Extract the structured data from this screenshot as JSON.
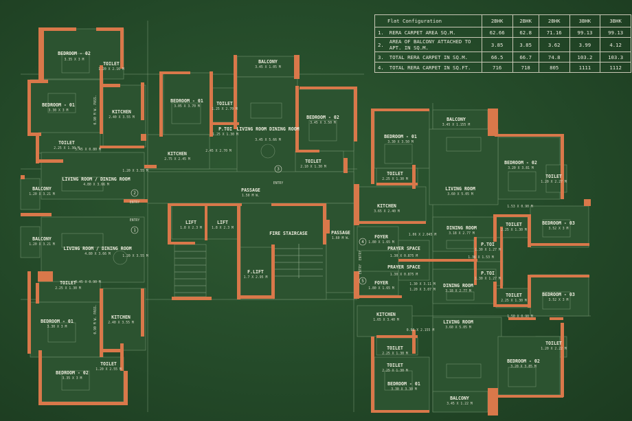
{
  "table": {
    "headers": [
      "Flat Configuration",
      "2BHK",
      "2BHK",
      "2BHK",
      "3BHK",
      "3BHK"
    ],
    "rows": [
      {
        "num": "1.",
        "label": "RERA CARPET AREA SQ.M.",
        "values": [
          "62.66",
          "62.8",
          "71.16",
          "99.13",
          "99.13"
        ]
      },
      {
        "num": "2.",
        "label": "AREA OF BALCONY ATTACHED TO APT. IN SQ.M.",
        "values": [
          "3.85",
          "3.85",
          "3.62",
          "3.99",
          "4.12"
        ]
      },
      {
        "num": "3.",
        "label": "TOTAL RERA CARPET IN SQ.M.",
        "values": [
          "66.5",
          "66.7",
          "74.8",
          "103.2",
          "103.3"
        ]
      },
      {
        "num": "4.",
        "label": "TOTAL RERA CARPET IN SQ.FT.",
        "values": [
          "716",
          "718",
          "805",
          "1111",
          "1112"
        ]
      }
    ]
  },
  "rooms": [
    {
      "name": "BEDROOM - 02",
      "dim": "3.35 X 3 M"
    },
    {
      "name": "TOILET",
      "dim": "1.20 X 2.16 M"
    },
    {
      "name": "BEDROOM - 01",
      "dim": "3.30 X 3 M"
    },
    {
      "name": "KITCHEN",
      "dim": "2.40 X 3.55 M"
    },
    {
      "name": "TOILET",
      "dim": "2.25 X 1.30 M"
    },
    {
      "name": "LIVING ROOM / DINING ROOM",
      "dim": "4.80 X 3.66 M"
    },
    {
      "name": "BALCONY",
      "dim": "1.20 X 3.21 M"
    },
    {
      "name": "BALCONY",
      "dim": "1.20 X 3.21 M"
    },
    {
      "name": "LIVING ROOM / DINING ROOM",
      "dim": "4.80 X 3.66 M"
    },
    {
      "name": "TOILET",
      "dim": "2.25 X 1.30 M"
    },
    {
      "name": "BEDROOM - 01",
      "dim": "3.30 X 3 M"
    },
    {
      "name": "KITCHEN",
      "dim": "2.40 X 3.55 M"
    },
    {
      "name": "BEDROOM - 02",
      "dim": "3.35 X 3 M"
    },
    {
      "name": "TOILET",
      "dim": "1.20 X 2.55 M"
    },
    {
      "name": "BEDROOM - 01",
      "dim": "3.05 X 3.70 M"
    },
    {
      "name": "TOILET",
      "dim": "1.25 X 2.70 M"
    },
    {
      "name": "P.TOI",
      "dim": "1.25 X 1.30 M"
    },
    {
      "name": "BALCONY",
      "dim": "3.45 X 1.05 M"
    },
    {
      "name": "LIVING ROOM DINING ROOM",
      "dim": "3.45 X 5.66 M"
    },
    {
      "name": "BEDROOM - 02",
      "dim": "3.45 X 3.50 M"
    },
    {
      "name": "KITCHEN",
      "dim": "2.75 X 2.45 M"
    },
    {
      "name": "TOILET",
      "dim": "2.10 X 1.30 M"
    },
    {
      "name": "PASSAGE",
      "dim": "1.50 M W."
    },
    {
      "name": "LIFT",
      "dim": "1.8 X 2.3 M"
    },
    {
      "name": "LIFT",
      "dim": "1.8 X 2.3 M"
    },
    {
      "name": "FIRE STAIRCASE",
      "dim": ""
    },
    {
      "name": "F.LIFT",
      "dim": "1.7 X 2.95 M"
    },
    {
      "name": "PASSAGE",
      "dim": "1.60 M W."
    },
    {
      "name": "BEDROOM - 01",
      "dim": "3.30 X 3.50 M"
    },
    {
      "name": "BALCONY",
      "dim": "3.45 X 1.155 M"
    },
    {
      "name": "BEDROOM - 02",
      "dim": "3.20 X 3.81 M"
    },
    {
      "name": "TOILET",
      "dim": "2.25 X 1.30 M"
    },
    {
      "name": "LIVING ROOM",
      "dim": "3.60 X 5.05 M"
    },
    {
      "name": "TOILET",
      "dim": "1.20 X 2.27 M"
    },
    {
      "name": "KITCHEN",
      "dim": "3.65 X 2.40 M"
    },
    {
      "name": "TOILET",
      "dim": "2.25 X 1.30 M"
    },
    {
      "name": "BEDROOM - 03",
      "dim": "3.52 X 3 M"
    },
    {
      "name": "FOYER",
      "dim": "1.80 X 1.65 M"
    },
    {
      "name": "DINING ROOM",
      "dim": "3.18 X 2.77 M"
    },
    {
      "name": "PRAYER SPACE",
      "dim": "1.30 X 0.875 M"
    },
    {
      "name": "P.TOI",
      "dim": "1.30 X 1.27 M"
    },
    {
      "name": "PRAYER SPACE",
      "dim": "1.30 X 0.875 M"
    },
    {
      "name": "P.TOI",
      "dim": "1.30 X 1.27 M"
    },
    {
      "name": "FOYER",
      "dim": "1.80 X 1.65 M"
    },
    {
      "name": "DINING ROOM",
      "dim": "3.18 X 2.77 M"
    },
    {
      "name": "BEDROOM - 03",
      "dim": "3.52 X 3 M"
    },
    {
      "name": "TOILET",
      "dim": "2.25 X 1.30 M"
    },
    {
      "name": "KITCHEN",
      "dim": "1.65 X 3.40 M"
    },
    {
      "name": "LIVING ROOM",
      "dim": "3.60 X 5.05 M"
    },
    {
      "name": "TOILET",
      "dim": "2.25 X 1.30 M"
    },
    {
      "name": "TOILET",
      "dim": "1.20 X 2.22 M"
    },
    {
      "name": "BEDROOM - 02",
      "dim": "3.20 X 3.85 M"
    },
    {
      "name": "BEDROOM - 01",
      "dim": "3.30 X 3.30 M"
    },
    {
      "name": "TOILET",
      "dim": "2.25 X 1.30 M"
    },
    {
      "name": "BALCONY",
      "dim": "3.45 X 1.22 M"
    }
  ],
  "dimensions": [
    "5.45 X 0.80 M",
    "1.20 X 3.55 M",
    "3.45 X 0.90 M",
    "1.20 X 3.55 M",
    "0.90 M W. PASS.",
    "0.90 M W. PASS.",
    "2.45 X 2.70 M",
    "1.53 X 0.90 M",
    "1.06 X 2.045 M",
    "1.30 X 3.11 M",
    "1.20 X 3.07 M",
    "1.50 X 0.90 M",
    "0.90 X 2.155 M",
    "1.36 X 1.53 M"
  ],
  "markers": [
    "1",
    "2",
    "3",
    "4",
    "5"
  ],
  "entry_label": "ENTRY"
}
